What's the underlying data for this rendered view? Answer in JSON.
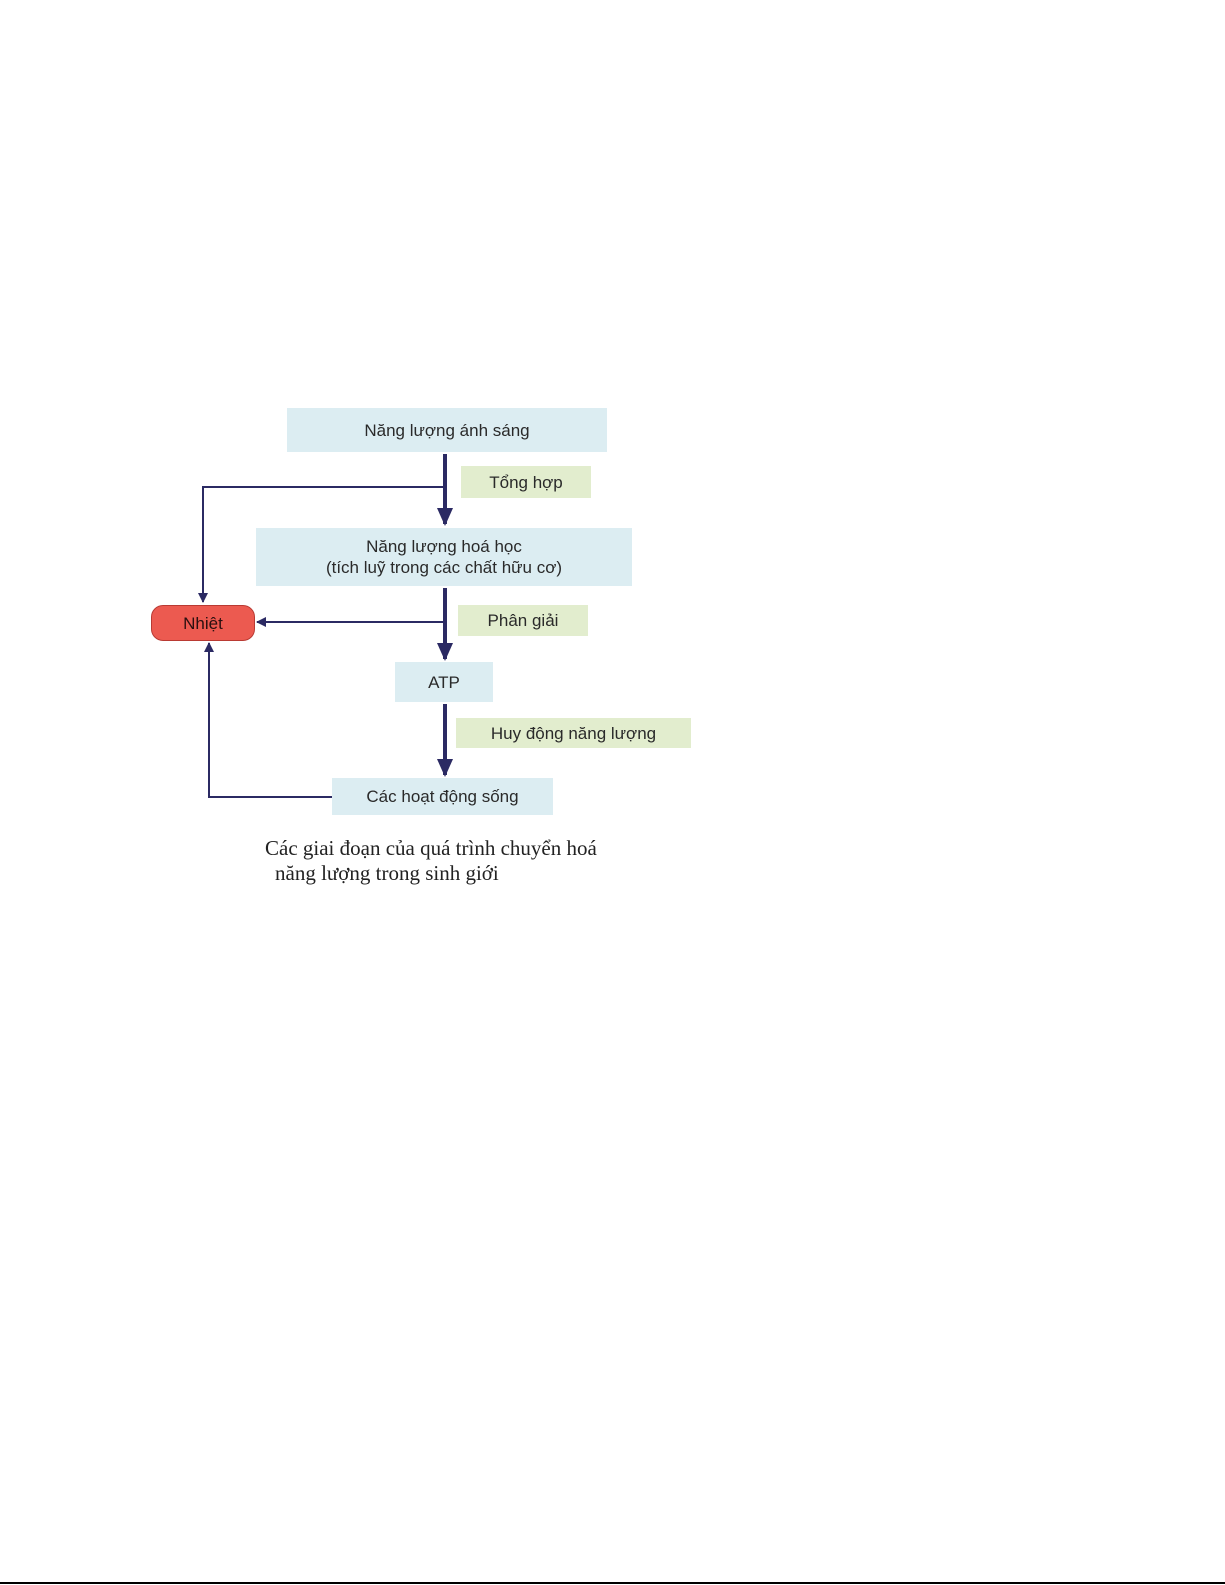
{
  "diagram": {
    "nodes": {
      "light_energy": "Năng lượng ánh sáng",
      "chemical_energy_line1": "Năng lượng hoá học",
      "chemical_energy_line2": "(tích luỹ trong các chất hữu cơ)",
      "atp": "ATP",
      "life_activities": "Các hoạt động sống",
      "heat": "Nhiệt"
    },
    "processes": {
      "synthesis": "Tổng hợp",
      "decomposition": "Phân giải",
      "mobilization": "Huy động năng lượng"
    },
    "caption_line1": "Các giai đoạn của quá trình chuyển hoá",
    "caption_line2": "năng lượng trong sinh giới"
  },
  "colors": {
    "node_fill": "#dcedf2",
    "process_fill": "#e2edce",
    "heat_fill": "#ec5a50",
    "arrow": "#2b2a63"
  }
}
